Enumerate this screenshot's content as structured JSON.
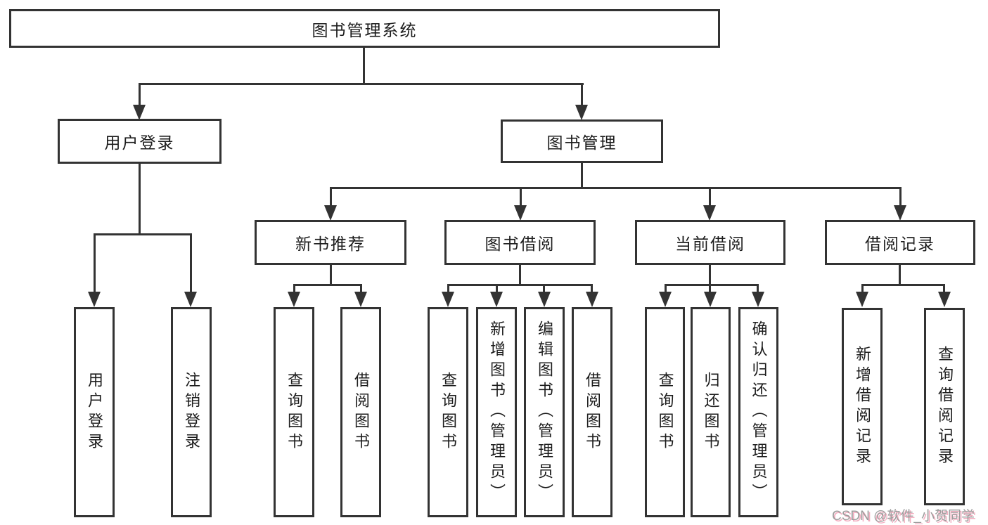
{
  "diagram": {
    "root": "图书管理系统",
    "level2": {
      "user_login": "用户登录",
      "book_management": "图书管理"
    },
    "level3": {
      "new_book_recommendation": "新书推荐",
      "book_borrowing": "图书借阅",
      "current_borrowing": "当前借阅",
      "borrowing_records": "借阅记录"
    },
    "leaves": {
      "user_login": "用户登录",
      "logout_login": "注销登录",
      "recommend_query_book": "查询图书",
      "recommend_borrow_book": "借阅图书",
      "borrowing_query_book": "查询图书",
      "borrowing_add_book": "新增图书（管理员）",
      "borrowing_edit_book": "编辑图书（管理员）",
      "borrowing_borrow_book": "借阅图书",
      "current_query_book": "查询图书",
      "current_return_book": "归还图书",
      "current_confirm_return": "确认归还（管理员）",
      "records_add_record": "新增借阅记录",
      "records_query_record": "查询借阅记录"
    }
  },
  "watermark": "CSDN @软件_小贺同学",
  "colors": {
    "line": "#333333",
    "text": "#1c1c1c",
    "background": "#ffffff",
    "watermark_text": "#9c9c9c",
    "watermark_shadow": "#f3aec0"
  }
}
